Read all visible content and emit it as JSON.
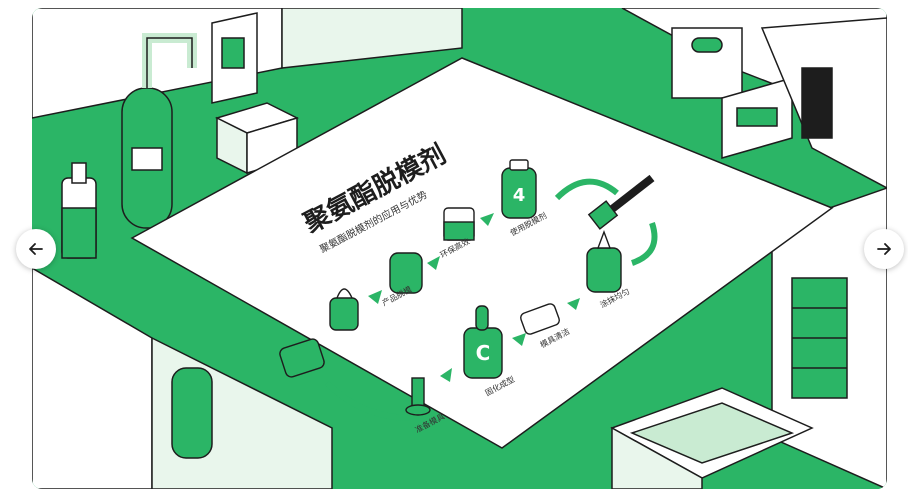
{
  "carousel": {
    "prev_icon": "arrow-left-icon",
    "next_icon": "arrow-right-icon"
  },
  "slide": {
    "title": "聚氨酯脱模剂",
    "subtitle": "聚氨酯脱模剂的应用与优势",
    "step_numbers": [
      "4"
    ],
    "steps": [
      "使用脱模剂",
      "环保高效",
      "产品脱模",
      "涂抹均匀",
      "模具清洁",
      "固化成型",
      "准备模具"
    ],
    "colors": {
      "green": "#2bb566",
      "light_green": "#c9ebd2",
      "ink": "#1d1d1d",
      "paper": "#ffffff"
    }
  }
}
